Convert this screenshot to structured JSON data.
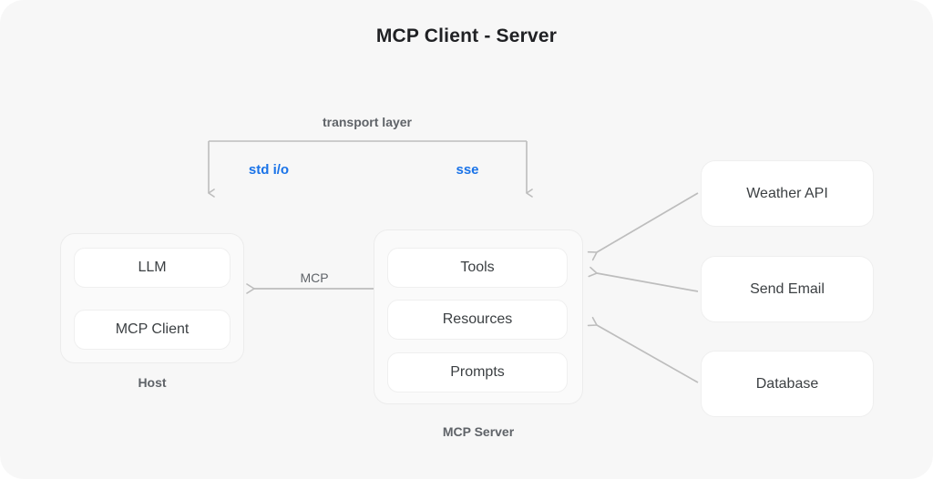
{
  "diagram": {
    "title": "MCP Client - Server",
    "background_color": "#f7f7f7",
    "accent_color": "#1a73e8",
    "line_color": "#bdbdbd",
    "transport": {
      "title": "transport layer",
      "options": [
        {
          "label": "std i/o"
        },
        {
          "label": "sse"
        }
      ]
    },
    "host": {
      "caption": "Host",
      "items": [
        {
          "label": "LLM"
        },
        {
          "label": "MCP Client"
        }
      ]
    },
    "server": {
      "caption": "MCP Server",
      "items": [
        {
          "label": "Tools"
        },
        {
          "label": "Resources"
        },
        {
          "label": "Prompts"
        }
      ]
    },
    "services": [
      {
        "label": "Weather API"
      },
      {
        "label": "Send Email"
      },
      {
        "label": "Database"
      }
    ],
    "edges": [
      {
        "label": "MCP"
      }
    ]
  }
}
